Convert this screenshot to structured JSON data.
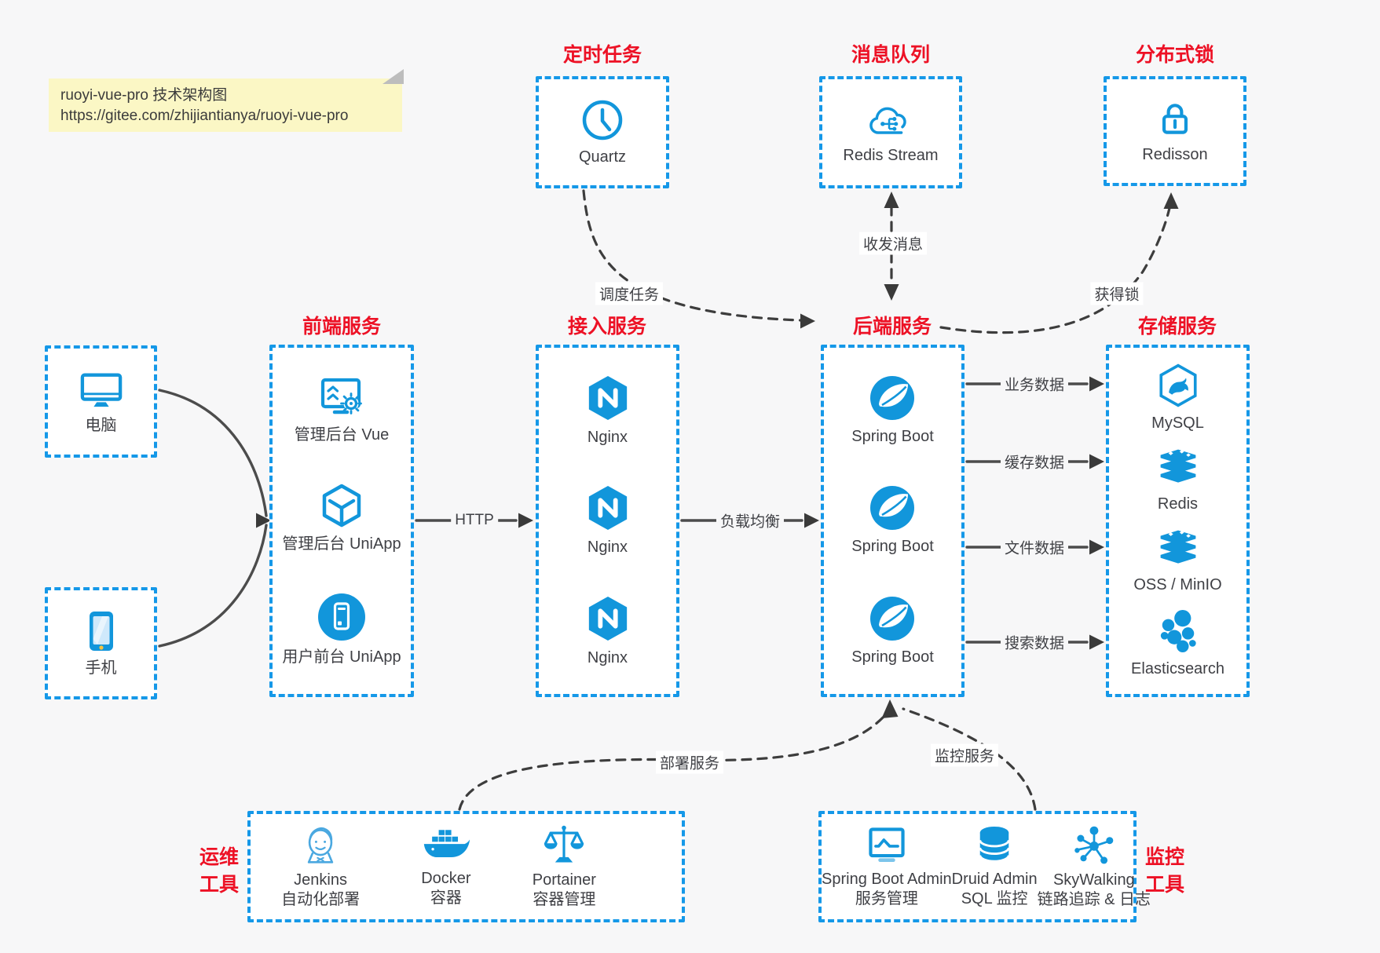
{
  "colors": {
    "bg": "#f7f7f8",
    "blue": "#1598e8",
    "icon": "#1296db",
    "red": "#ed1125",
    "line": "#404040",
    "notebg": "#fbf7c5",
    "text": "#3f4045"
  },
  "note": {
    "line1": "ruoyi-vue-pro 技术架构图",
    "line2": "https://gitee.com/zhijiantianya/ruoyi-vue-pro"
  },
  "clients": {
    "pc": "电脑",
    "phone": "手机"
  },
  "groups": {
    "scheduler": {
      "title": "定时任务",
      "item": "Quartz"
    },
    "mq": {
      "title": "消息队列",
      "item": "Redis Stream"
    },
    "lock": {
      "title": "分布式锁",
      "item": "Redisson"
    },
    "frontend": {
      "title": "前端服务",
      "items": [
        "管理后台 Vue",
        "管理后台 UniApp",
        "用户前台 UniApp"
      ]
    },
    "gateway": {
      "title": "接入服务",
      "items": [
        "Nginx",
        "Nginx",
        "Nginx"
      ]
    },
    "backend": {
      "title": "后端服务",
      "items": [
        "Spring Boot",
        "Spring Boot",
        "Spring Boot"
      ]
    },
    "storage": {
      "title": "存储服务",
      "items": [
        "MySQL",
        "Redis",
        "OSS / MinIO",
        "Elasticsearch"
      ]
    },
    "ops": {
      "title": "运维工具",
      "items": [
        {
          "name": "Jenkins",
          "desc": "自动化部署"
        },
        {
          "name": "Docker",
          "desc": "容器"
        },
        {
          "name": "Portainer",
          "desc": "容器管理"
        }
      ]
    },
    "monitoring": {
      "title": "监控工具",
      "items": [
        {
          "name": "Spring Boot Admin",
          "desc": "服务管理"
        },
        {
          "name": "Druid Admin",
          "desc": "SQL 监控"
        },
        {
          "name": "SkyWalking",
          "desc": "链路追踪 & 日志"
        }
      ]
    }
  },
  "edges": {
    "http": "HTTP",
    "lb": "负载均衡",
    "schedule": "调度任务",
    "message": "收发消息",
    "acquire_lock": "获得锁",
    "biz": "业务数据",
    "cache": "缓存数据",
    "file": "文件数据",
    "search": "搜索数据",
    "deploy": "部署服务",
    "monitor": "监控服务"
  }
}
